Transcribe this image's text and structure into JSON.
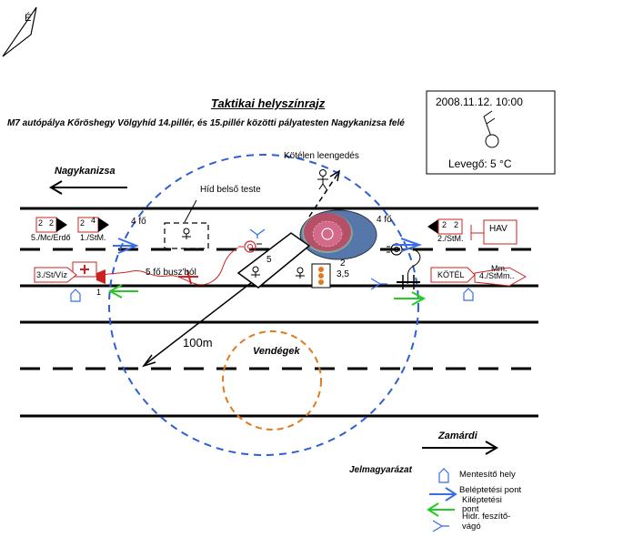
{
  "title": "Taktikai helyszínrajz",
  "subtitle": "M7 autópálya Kőröshegy Völgyhíd 14.pillér, és 15.pillér közötti pályatesten Nagykanizsa felé",
  "north_label": "É",
  "weather": {
    "datetime": "2008.11.12.  10:00",
    "air_label": "Levegő: 5 °C"
  },
  "directions": {
    "west": "Nagykanizsa",
    "east": "Zamárdi"
  },
  "labels": {
    "rope": "Kötélen leengedés",
    "bridge_inner": "Híd belső teste",
    "people_left": "4 fő",
    "people_right": "4 fő",
    "bus_people": "5 fő busz'ból",
    "bus_number": "5",
    "distance_1": "2",
    "distance_2": "3,5",
    "radius": "100m",
    "guests": "Vendégek",
    "unit_1": "5./Mc/Erdő",
    "unit_2": "1./StM.",
    "unit_3": "3./St/Víz",
    "unit_4": "2./StM.",
    "unit_5": "KÖTÉL",
    "unit_6": "4./StMm..",
    "unit_7": "Mm.",
    "hav": "HAV",
    "flag_a_top": "2",
    "flag_a_right": "2",
    "flag_b_top": "2",
    "flag_b_right": "4",
    "flag_c_left": "2",
    "flag_c_right": "2",
    "ambulance_num": "1"
  },
  "legend": {
    "title": "Jelmagyarázat",
    "items": [
      {
        "icon": "rescue-point-icon",
        "text": "Mentesítő hely"
      },
      {
        "icon": "entry-arrow-icon",
        "text": "Beléptetési pont"
      },
      {
        "icon": "exit-arrow-icon",
        "text": "Kiléptetési pont"
      },
      {
        "icon": "cutter-icon",
        "text": "Hidr. feszítő-vágó"
      }
    ]
  },
  "colors": {
    "road": "#000000",
    "circle_outer": "#2b5fd4",
    "circle_guests": "#e07a1f",
    "entry_arrow": "#3a6ee8",
    "exit_arrow": "#22cc22",
    "unit_red": "#cc2222",
    "tank_red": "#c23b5a",
    "tank_blue": "#5577aa",
    "tank_green": "#8aa89a"
  }
}
